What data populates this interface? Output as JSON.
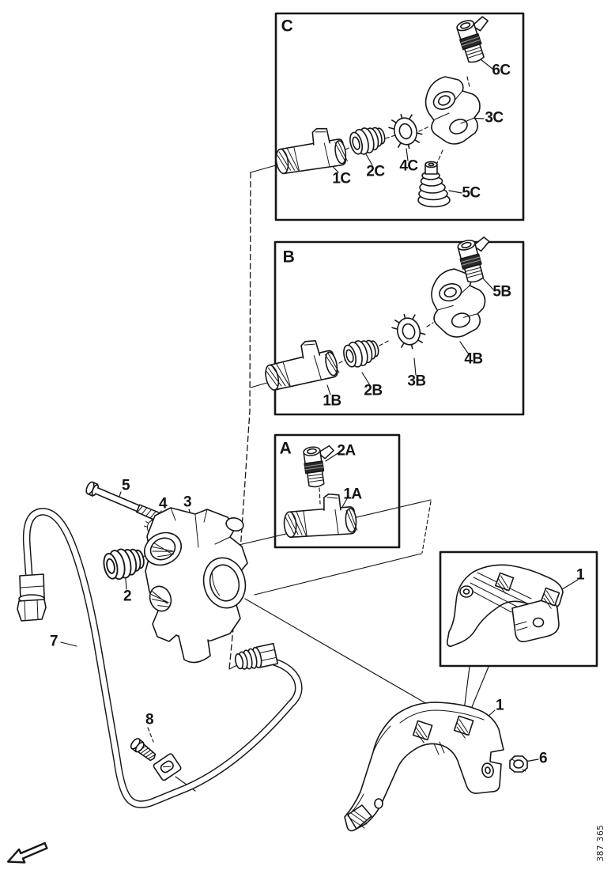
{
  "figure_number": "387 365",
  "appearance": {
    "ink": "#161616",
    "background": "#ffffff"
  },
  "detail_boxes": {
    "c": {
      "title": "C",
      "parts": {
        "p1c": "1C",
        "p2c": "2C",
        "p4c": "4C",
        "p3c": "3C",
        "p5c": "5C",
        "p6c": "6C"
      }
    },
    "b": {
      "title": "B",
      "parts": {
        "p1b": "1B",
        "p2b": "2B",
        "p3b": "3B",
        "p4b": "4B",
        "p5b": "5B"
      }
    },
    "a": {
      "title": "A",
      "parts": {
        "p2a": "2A",
        "p1a": "1A"
      }
    },
    "bracket_detail": {
      "part": "1"
    }
  },
  "main_assembly": {
    "plug": "2",
    "valve_body": "3",
    "washer": "4",
    "bolt": "5",
    "nut": "6",
    "hose": "7",
    "clamp_screw": "8",
    "bracket": "1"
  }
}
